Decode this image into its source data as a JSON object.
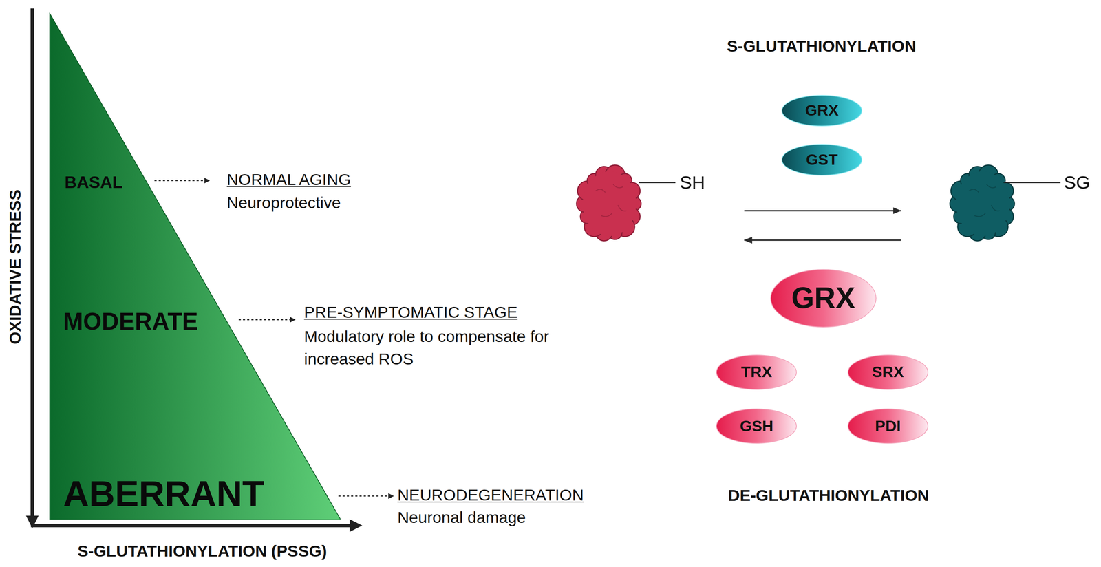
{
  "diagram": {
    "nodes": [
      {
        "text": [
          "BASAL",
          "MODERATE",
          "ABERRANT"
        ]
      },
      {
        "text": [
          "SH"
        ]
      },
      {
        "text": [
          "GRX"
        ]
      },
      {
        "text": [
          "GST"
        ]
      },
      {
        "text": [
          "SG"
        ]
      },
      {
        "text": [
          "GRX"
        ]
      },
      {
        "text": [
          "TRX"
        ]
      },
      {
        "text": [
          "SRX"
        ]
      },
      {
        "text": [
          "GSH"
        ]
      },
      {
        "text": [
          "PDI"
        ]
      }
    ],
    "edges": [
      {
        "from": 1,
        "to": 4,
        "arrow": "to"
      },
      {
        "from": 4,
        "to": 1,
        "arrow": "to"
      }
    ],
    "labels": [
      "OXIDATIVE STRESS",
      "S-GLUTATHIONYLATION (PSSG)",
      "NORMAL AGING",
      "Neuroprotective",
      "PRE-SYMPTOMATIC STAGE",
      "Modulatory role to compensate for increased ROS",
      "NEURODEGENERATION",
      "Neuronal damage",
      "S-GLUTATHIONYLATION",
      "DE-GLUTATHIONYLATION"
    ]
  }
}
